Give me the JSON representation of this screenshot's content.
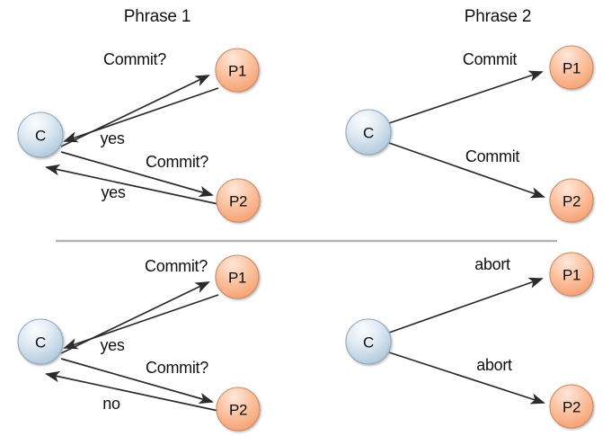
{
  "figure": {
    "title_left": "Phrase 1",
    "title_right": "Phrase 2",
    "background_color": "#ffffff",
    "divider_color": "#b4b4b4",
    "arrow_color": "#2b2b2b",
    "coordinator_color": "#cfe0ef",
    "participant_color": "#f6a87b"
  },
  "nodes": {
    "coordinator_label": "C",
    "participant1_label": "P1",
    "participant2_label": "P2"
  },
  "panels": [
    {
      "id": "top-left",
      "title": "Phrase 1",
      "edges": [
        {
          "label": "Commit?",
          "from": "C",
          "to": "P1"
        },
        {
          "label": "yes",
          "from": "P1",
          "to": "C"
        },
        {
          "label": "Commit?",
          "from": "C",
          "to": "P2"
        },
        {
          "label": "yes",
          "from": "P2",
          "to": "C"
        }
      ]
    },
    {
      "id": "top-right",
      "title": "Phrase 2",
      "edges": [
        {
          "label": "Commit",
          "from": "C",
          "to": "P1"
        },
        {
          "label": "Commit",
          "from": "C",
          "to": "P2"
        }
      ]
    },
    {
      "id": "bottom-left",
      "title": "",
      "edges": [
        {
          "label": "Commit?",
          "from": "C",
          "to": "P1"
        },
        {
          "label": "yes",
          "from": "P1",
          "to": "C"
        },
        {
          "label": "Commit?",
          "from": "C",
          "to": "P2"
        },
        {
          "label": "no",
          "from": "P2",
          "to": "C"
        }
      ]
    },
    {
      "id": "bottom-right",
      "title": "",
      "edges": [
        {
          "label": "abort",
          "from": "C",
          "to": "P1"
        },
        {
          "label": "abort",
          "from": "C",
          "to": "P2"
        }
      ]
    }
  ],
  "labels": {
    "tl_commit1": "Commit?",
    "tl_yes1": "yes",
    "tl_commit2": "Commit?",
    "tl_yes2": "yes",
    "tr_commit1": "Commit",
    "tr_commit2": "Commit",
    "bl_commit1": "Commit?",
    "bl_yes1": "yes",
    "bl_commit2": "Commit?",
    "bl_no2": "no",
    "br_abort1": "abort",
    "br_abort2": "abort"
  }
}
